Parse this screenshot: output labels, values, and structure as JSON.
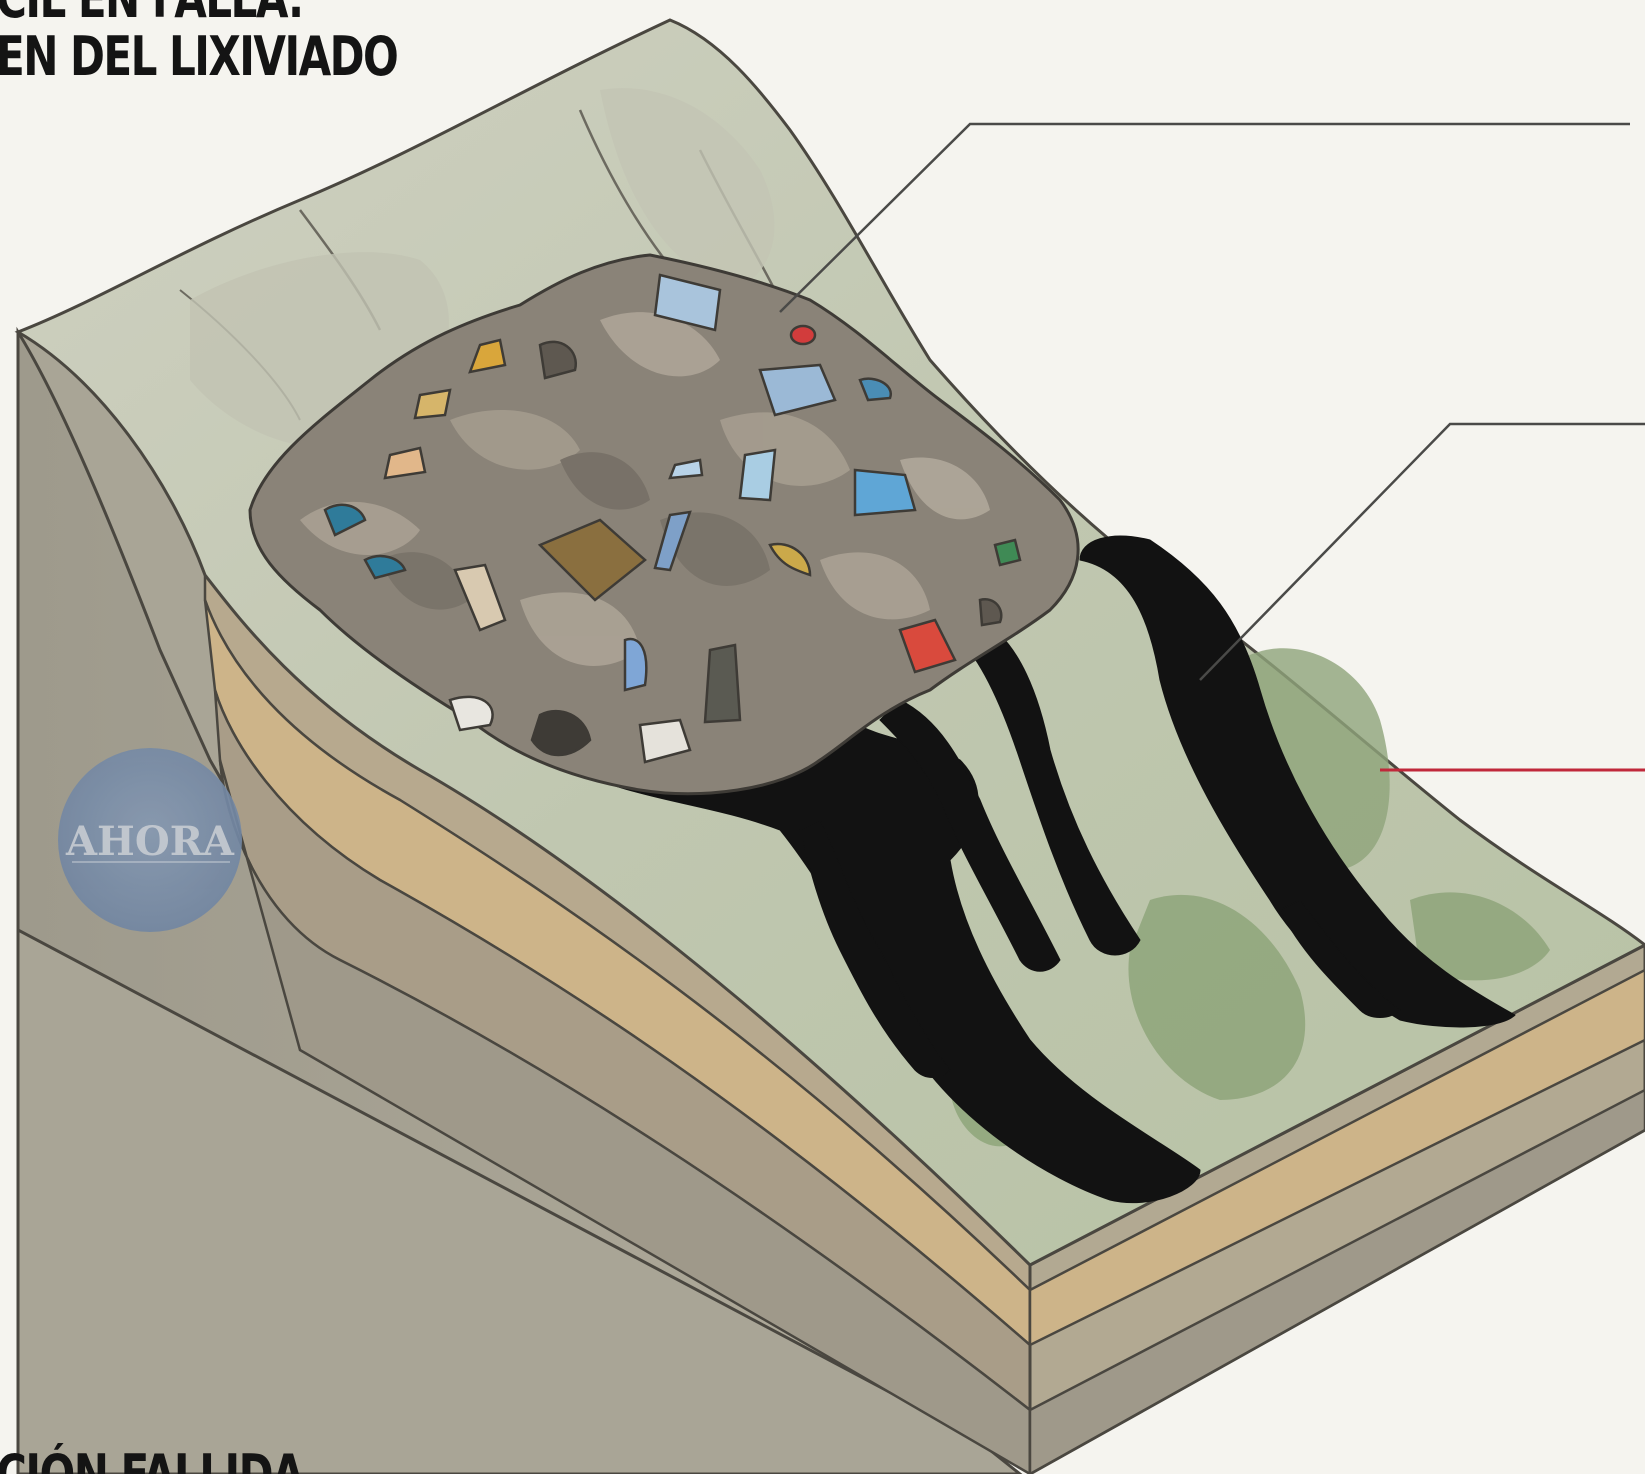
{
  "header": {
    "line_1": "CIL EN FALLA:",
    "line_2": "EN DEL LIXIVIADO"
  },
  "footer": {
    "heading": "CIÓN FALLIDA"
  },
  "watermark": {
    "text": "AHORA",
    "color": "#7f93ad"
  },
  "colors": {
    "background": "#f5f4ef",
    "leachate": "#121212",
    "waste_pile": "#8a8378",
    "ground_top": "#b9c0a8",
    "vegetation": "#8ea47a",
    "soil_layer": "#c9ad82",
    "callout_highlight": "#c0283a"
  },
  "icons": {
    "watermark": "ahora-logo-icon",
    "debris": "plastic-debris-icon"
  }
}
